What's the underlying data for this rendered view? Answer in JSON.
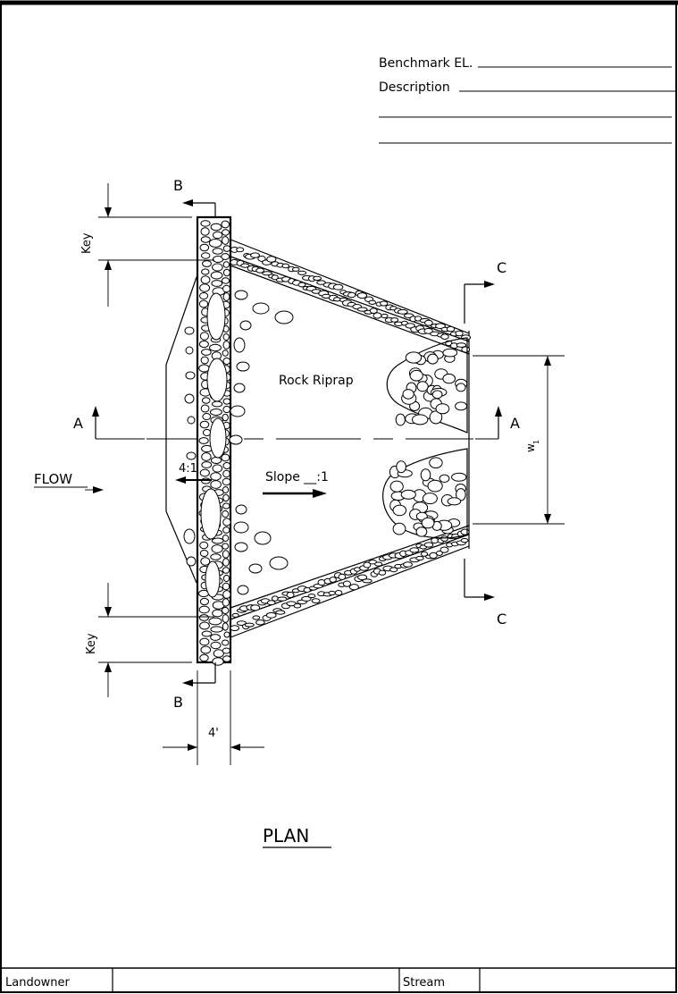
{
  "benchmark": {
    "benchmark_label": "Benchmark EL.",
    "description_label": "Description"
  },
  "labels": {
    "section_b": "B",
    "section_c": "C",
    "section_a": "A",
    "key": "Key",
    "flow": "FLOW",
    "inlet_slope": "4:1",
    "rock_riprap": "Rock Riprap",
    "slope": "Slope __:1",
    "width": "w",
    "width_sub": "1",
    "key_width": "4'",
    "plan_title": "PLAN"
  },
  "title_block": {
    "landowner_label": "Landowner",
    "landowner_value": "",
    "stream_label": "Stream",
    "stream_value": ""
  }
}
